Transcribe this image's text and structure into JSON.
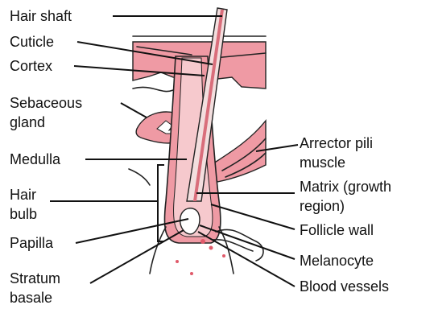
{
  "labels": {
    "hair_shaft": "Hair shaft",
    "cuticle": "Cuticle",
    "cortex": "Cortex",
    "sebaceous_1": "Sebaceous",
    "sebaceous_2": "gland",
    "medulla": "Medulla",
    "hair_bulb_1": "Hair",
    "hair_bulb_2": "bulb",
    "papilla": "Papilla",
    "stratum_1": "Stratum",
    "stratum_2": "basale",
    "arrector_1": "Arrector pili",
    "arrector_2": "muscle",
    "matrix_1": "Matrix (growth",
    "matrix_2": "region)",
    "follicle_wall": "Follicle wall",
    "melanocyte": "Melanocyte",
    "blood_vessels": "Blood vessels"
  },
  "colors": {
    "tissue_pink": "#ef9aa4",
    "tissue_light": "#f6c9cd",
    "hair_light": "#f3dede",
    "hair_core": "#d96e7b",
    "ink": "#111111"
  }
}
